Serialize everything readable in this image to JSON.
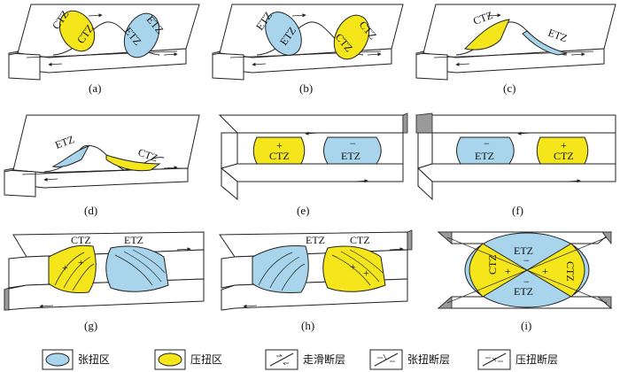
{
  "colors": {
    "extension": "#a9d5ec",
    "compression": "#f5e51b",
    "outline": "#222222"
  },
  "panels": [
    {
      "id": "a",
      "caption": "(a)",
      "labels": [
        "CTZ",
        "CTZ",
        "ETZ",
        "ETZ"
      ]
    },
    {
      "id": "b",
      "caption": "(b)",
      "labels": [
        "ETZ",
        "ETZ",
        "CTZ",
        "CTZ"
      ]
    },
    {
      "id": "c",
      "caption": "(c)",
      "labels": [
        "CTZ",
        "ETZ"
      ]
    },
    {
      "id": "d",
      "caption": "(d)",
      "labels": [
        "ETZ",
        "CTZ"
      ]
    },
    {
      "id": "e",
      "caption": "(e)",
      "labels": [
        "CTZ",
        "ETZ"
      ]
    },
    {
      "id": "f",
      "caption": "(f)",
      "labels": [
        "ETZ",
        "CTZ"
      ]
    },
    {
      "id": "g",
      "caption": "(g)",
      "labels": [
        "CTZ",
        "ETZ"
      ]
    },
    {
      "id": "h",
      "caption": "(h)",
      "labels": [
        "ETZ",
        "CTZ"
      ]
    },
    {
      "id": "i",
      "caption": "(i)",
      "labels": [
        "ETZ",
        "ETZ",
        "CTZ",
        "CTZ"
      ]
    }
  ],
  "legend": [
    {
      "icon": "ellipse-blue",
      "label": "张扭区"
    },
    {
      "icon": "ellipse-yellow",
      "label": "压扭区"
    },
    {
      "icon": "strike-slip-fault-symbol",
      "label": "走滑断层"
    },
    {
      "icon": "transtension-fault-symbol",
      "label": "张扭断层"
    },
    {
      "icon": "transpression-fault-symbol",
      "label": "压扭断层"
    }
  ]
}
